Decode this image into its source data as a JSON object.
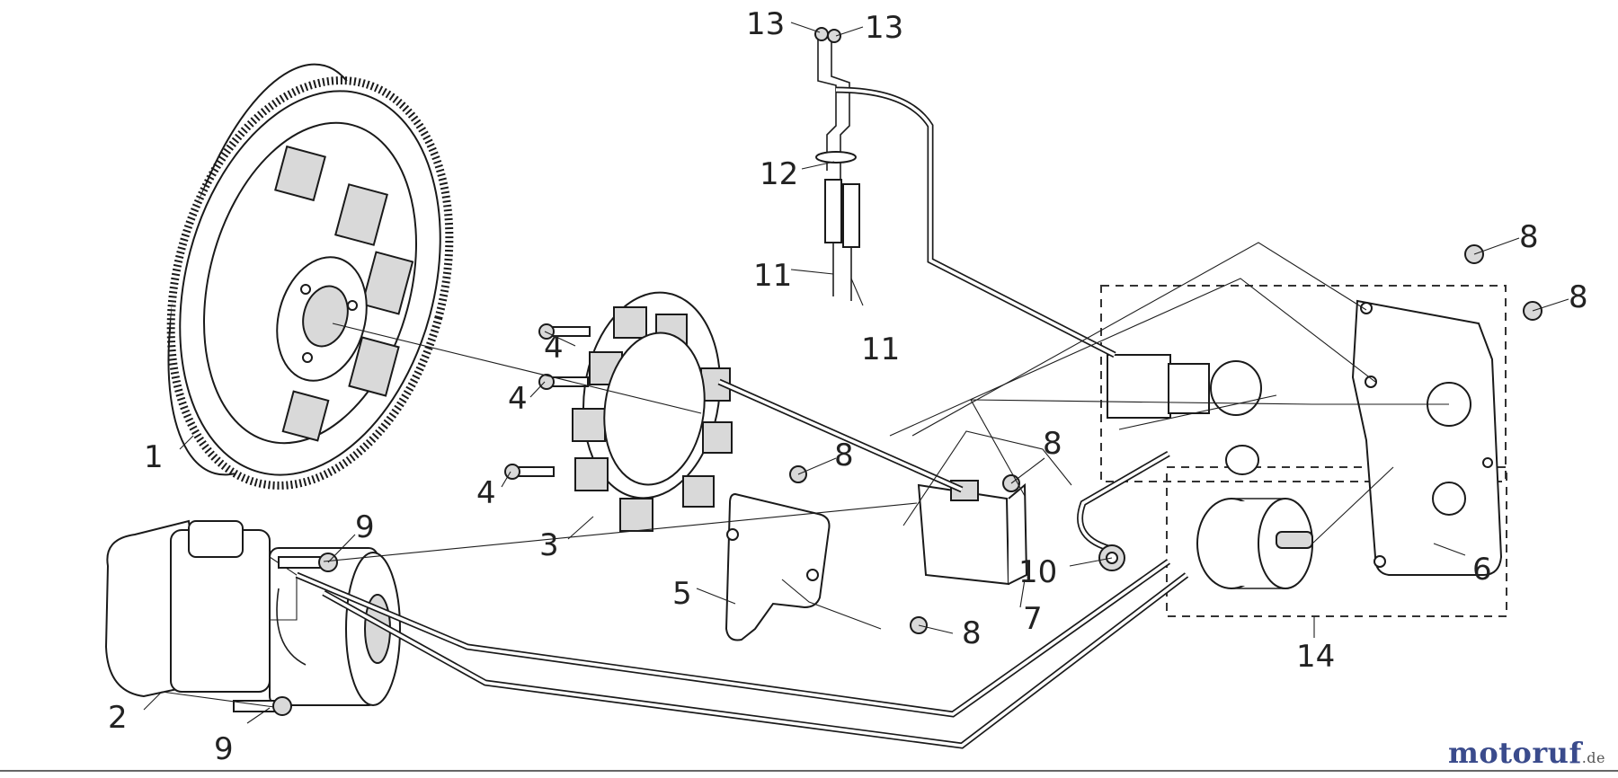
{
  "diagram": {
    "callouts": [
      {
        "id": "c1",
        "label": "1"
      },
      {
        "id": "c2",
        "label": "2"
      },
      {
        "id": "c3",
        "label": "3"
      },
      {
        "id": "c4a",
        "label": "4"
      },
      {
        "id": "c4b",
        "label": "4"
      },
      {
        "id": "c4c",
        "label": "4"
      },
      {
        "id": "c5",
        "label": "5"
      },
      {
        "id": "c6",
        "label": "6"
      },
      {
        "id": "c7",
        "label": "7"
      },
      {
        "id": "c8a",
        "label": "8"
      },
      {
        "id": "c8b",
        "label": "8"
      },
      {
        "id": "c8c",
        "label": "8"
      },
      {
        "id": "c8d",
        "label": "8"
      },
      {
        "id": "c8e",
        "label": "8"
      },
      {
        "id": "c9a",
        "label": "9"
      },
      {
        "id": "c9b",
        "label": "9"
      },
      {
        "id": "c10",
        "label": "10"
      },
      {
        "id": "c11a",
        "label": "11"
      },
      {
        "id": "c11b",
        "label": "11"
      },
      {
        "id": "c12",
        "label": "12"
      },
      {
        "id": "c13a",
        "label": "13"
      },
      {
        "id": "c13b",
        "label": "13"
      },
      {
        "id": "c14",
        "label": "14"
      }
    ]
  },
  "watermark": {
    "brand": "motoruf",
    "tld": ".de"
  }
}
